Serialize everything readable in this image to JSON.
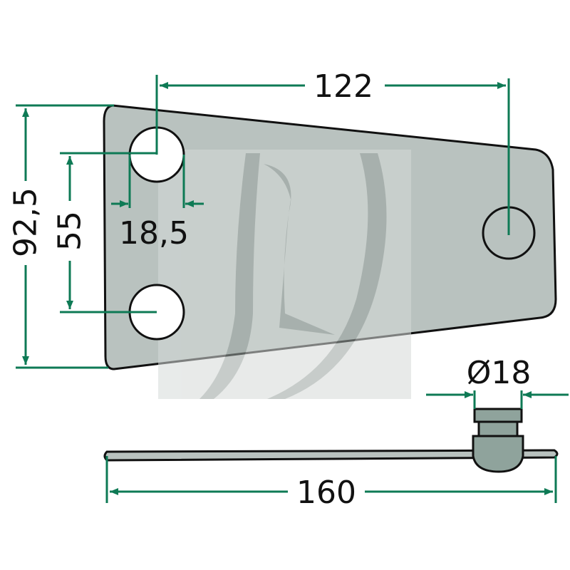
{
  "colors": {
    "dimension": "#0e7a55",
    "plate": "#b9c2bf",
    "outline": "#111111",
    "watermark": "#9aa39f",
    "background": "#ffffff"
  },
  "dimensions": {
    "hole_spacing": "122",
    "overall_height": "92,5",
    "hole_pitch": "55",
    "hole_diameter_small": "18,5",
    "pin_diameter": "Ø18",
    "overall_length": "160"
  }
}
